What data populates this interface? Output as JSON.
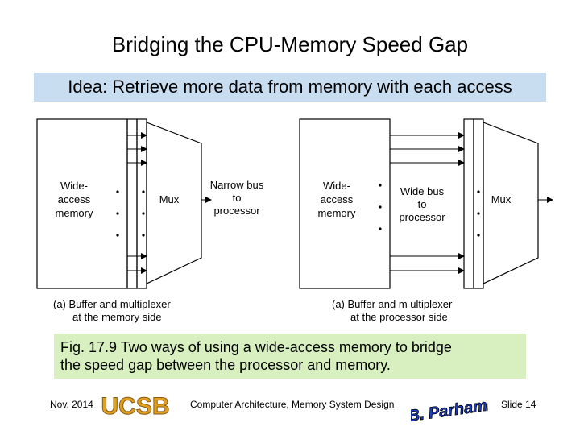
{
  "slide": {
    "title": "Bridging the CPU-Memory Speed Gap",
    "idea": "Idea: Retrieve more data from memory with each access"
  },
  "diagram": {
    "left": {
      "memory_label": [
        "Wide-",
        "access",
        "memory"
      ],
      "mux_label": "Mux",
      "bus_label": [
        "Narrow bus",
        "to",
        "processor"
      ],
      "caption": [
        "(a) Buffer  and multiplexer",
        "at the memory side"
      ]
    },
    "right": {
      "memory_label": [
        "Wide-",
        "access",
        "memory"
      ],
      "mux_label": "Mux",
      "bus_label": [
        "Wide  bus",
        "to",
        "processor"
      ],
      "caption": [
        "(a) Buffer and m ultiplexer",
        "at the processor side"
      ]
    }
  },
  "figure_caption": {
    "line1": "Fig. 17.9     Two ways of using a wide-access memory to bridge",
    "line2": "the speed gap between the processor and memory."
  },
  "footer": {
    "date": "Nov. 2014",
    "logo_text": "UCSB",
    "course": "Computer Architecture, Memory System Design",
    "signature": "B. Parhami",
    "slide_number": "Slide 14"
  },
  "colors": {
    "idea_bg": "#c9ddf0",
    "caption_bg": "#d8f0c0",
    "logo_gold": "#e0a020",
    "signature_blue": "#1a3cc8"
  }
}
